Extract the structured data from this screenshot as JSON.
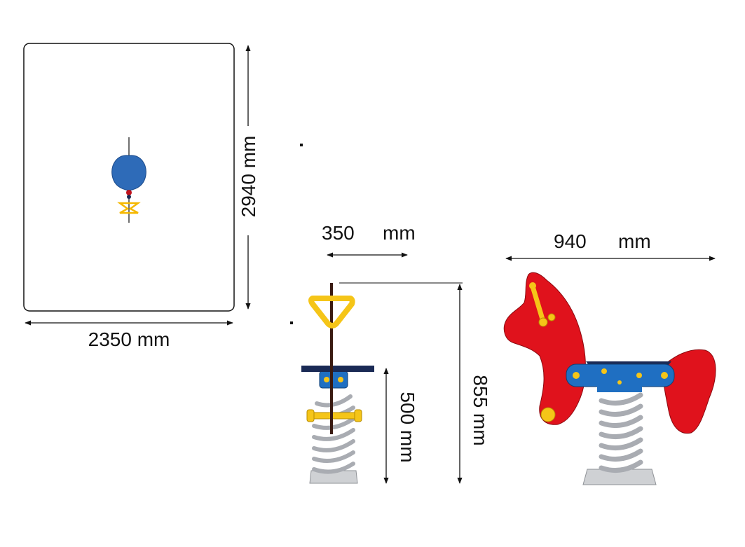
{
  "colors": {
    "line": "#111111",
    "red": "#e0121c",
    "blue": "#1f6fc2",
    "yellow": "#f5c518",
    "spring": "#b9bcc2",
    "base": "#cfd1d4",
    "seat": "#1a2a55"
  },
  "dimensions": {
    "area_width": "2350 mm",
    "area_depth": "2940 mm",
    "side_width": "350",
    "side_width_unit": "mm",
    "seat_height": "500 mm",
    "total_height": "855 mm",
    "length": "940",
    "length_unit": "mm"
  }
}
